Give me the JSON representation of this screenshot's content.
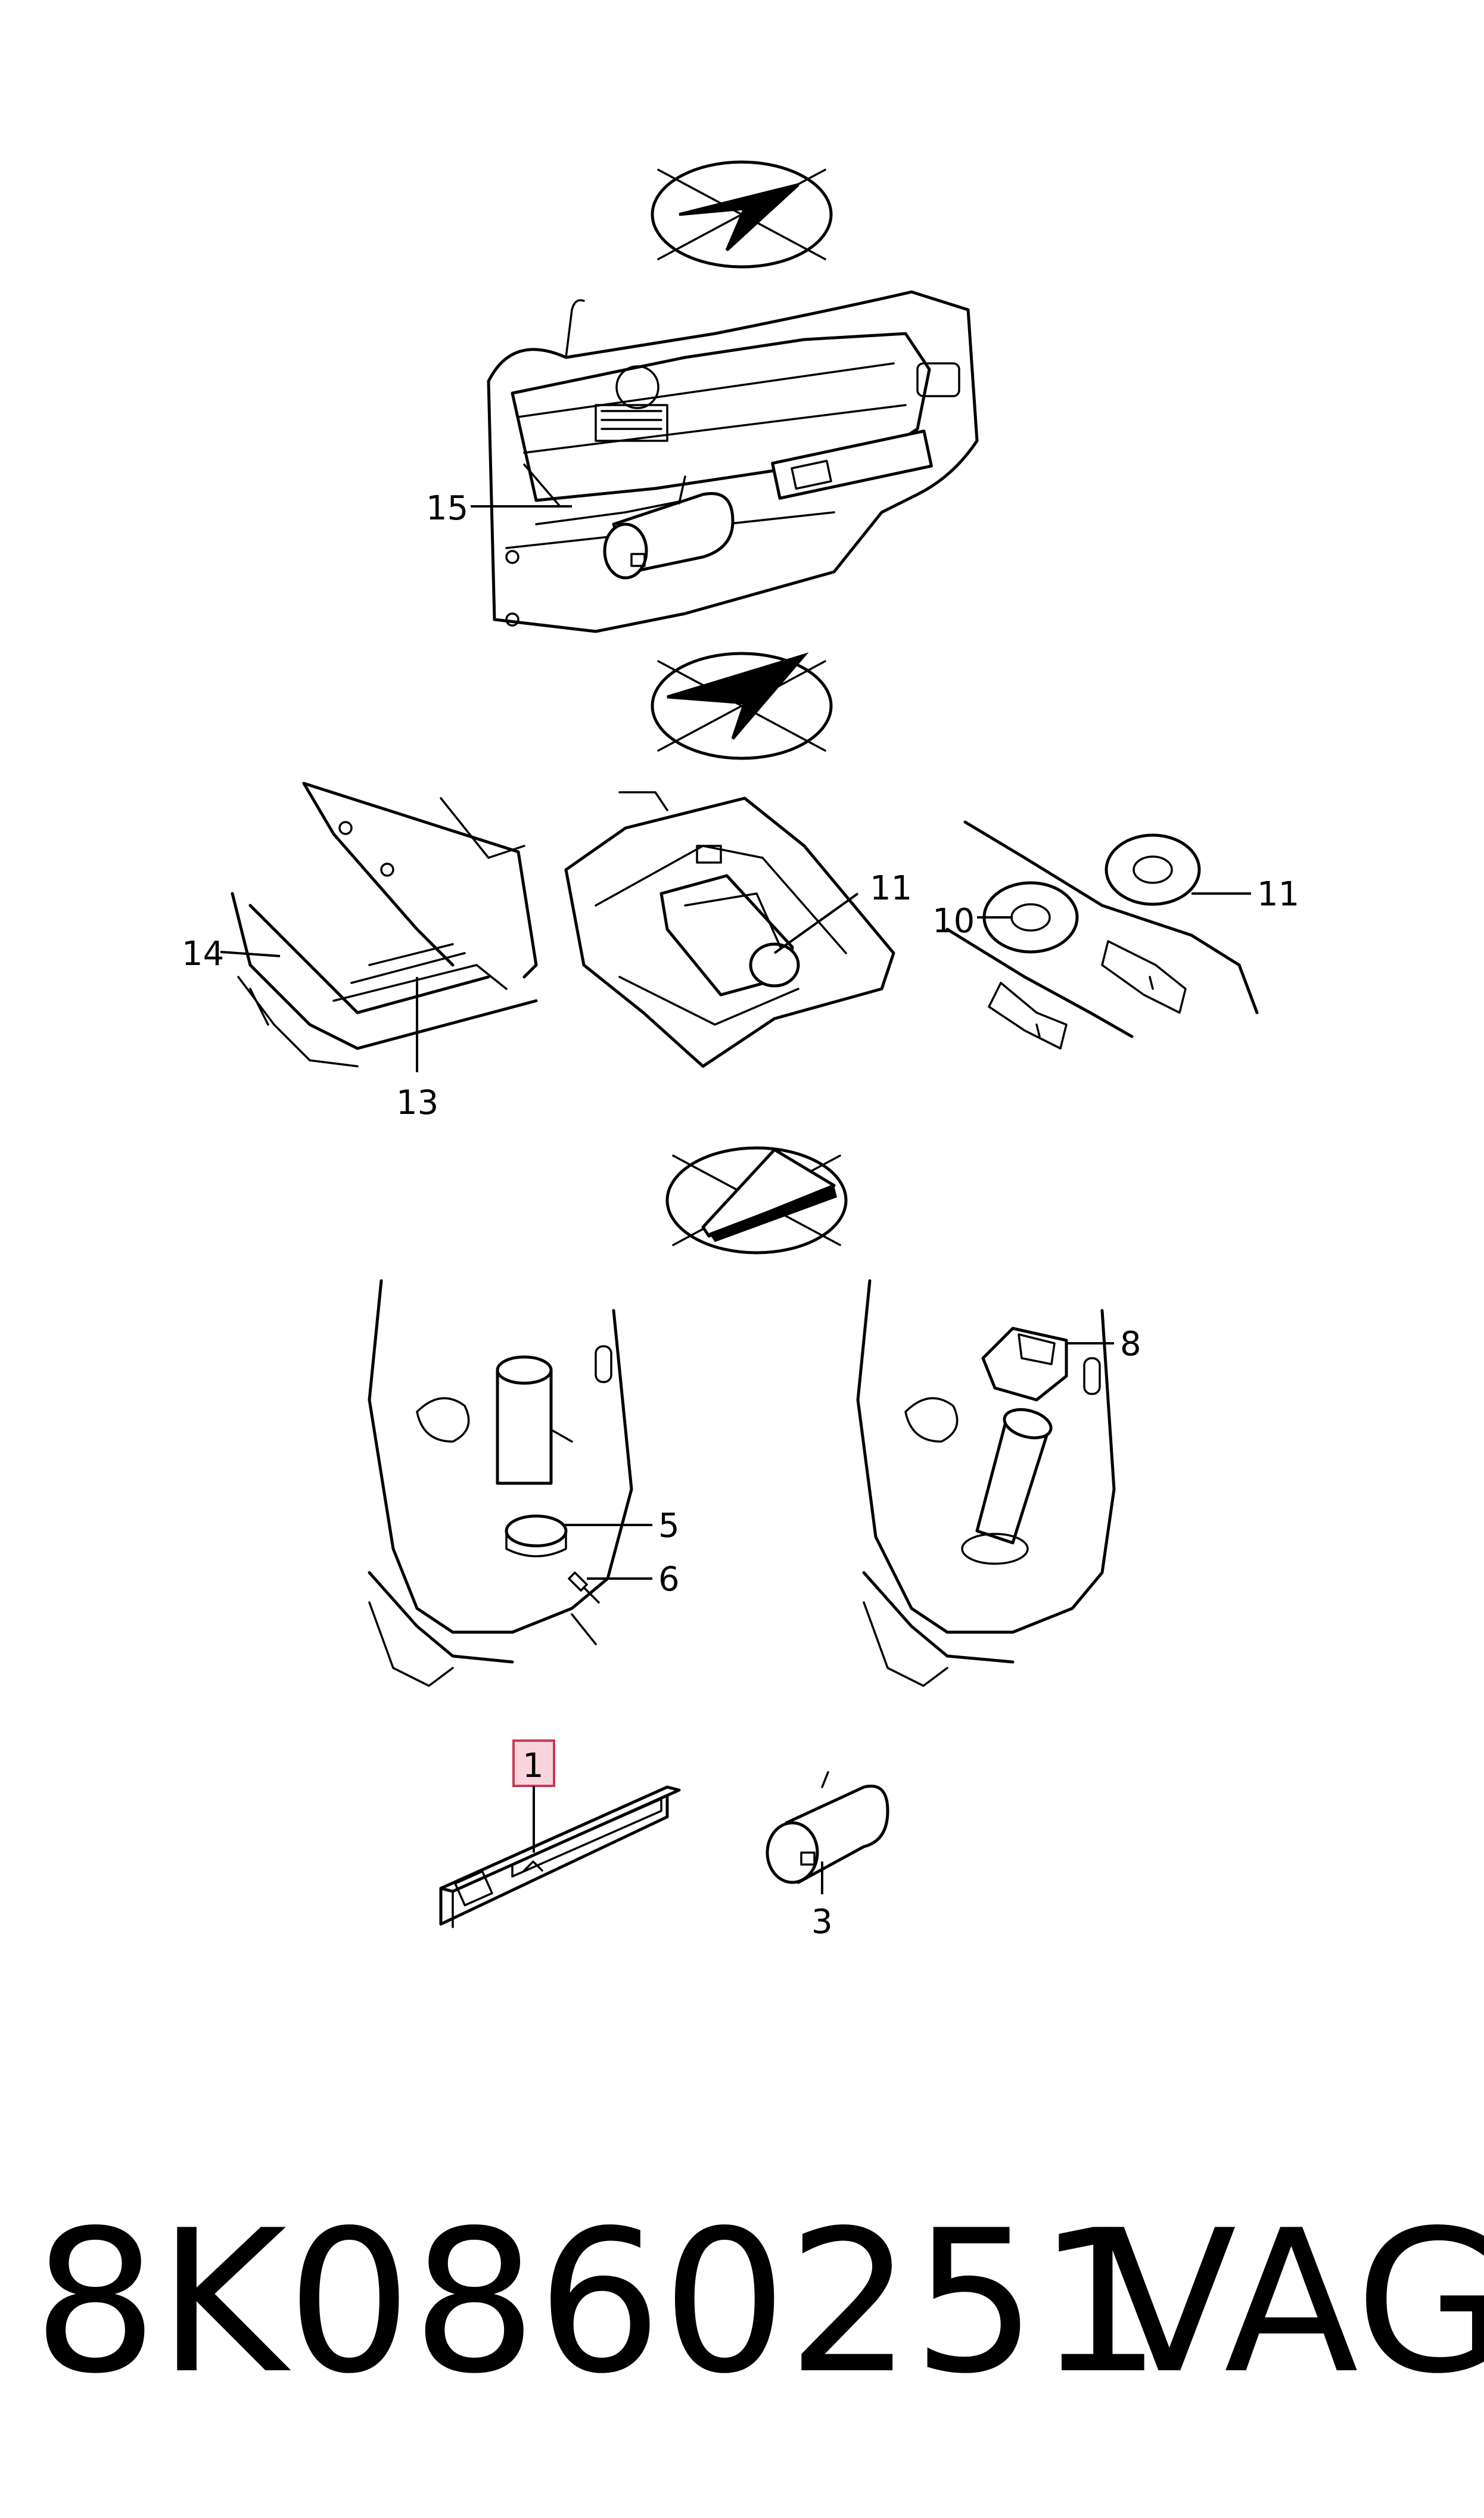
{
  "footer": {
    "part_number": "8K0860251",
    "brand": "VAG"
  },
  "callouts": {
    "c1": "1",
    "c3": "3",
    "c5": "5",
    "c6": "6",
    "c8": "8",
    "c10": "10",
    "c11a": "11",
    "c11b": "11",
    "c13": "13",
    "c14": "14",
    "c15": "15"
  },
  "highlighted_callout": "1",
  "colors": {
    "line": "#000000",
    "highlight_fill": "#f9d4dc",
    "highlight_stroke": "#c83a55",
    "background": "#ffffff"
  }
}
